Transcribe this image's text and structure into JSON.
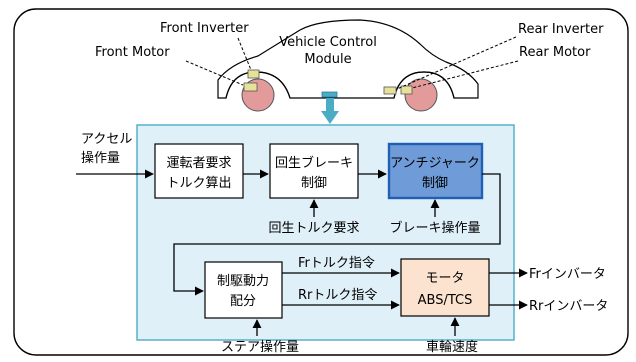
{
  "vehicle": {
    "front_inverter": "Front Inverter",
    "front_motor": "Front Motor",
    "vcm_line1": "Vehicle Control",
    "vcm_line2": "Module",
    "rear_inverter": "Rear Inverter",
    "rear_motor": "Rear Motor"
  },
  "inputs": {
    "accel_line1": "アクセル",
    "accel_line2": "操作量",
    "regen_torque_request": "回生トルク要求",
    "brake_operation": "ブレーキ操作量",
    "steer_operation": "ステア操作量",
    "wheel_speed": "車輪速度"
  },
  "blocks": {
    "driver_torque_line1": "運転者要求",
    "driver_torque_line2": "トルク算出",
    "regen_brake_line1": "回生ブレーキ",
    "regen_brake_line2": "制御",
    "anti_jerk_line1": "アンチジャーク",
    "anti_jerk_line2": "制御",
    "drive_dist_line1": "制駆動力",
    "drive_dist_line2": "配分",
    "motor_abs_line1": "モータ",
    "motor_abs_line2": "ABS/TCS"
  },
  "signals": {
    "fr_torque_cmd": "Frトルク指令",
    "rr_torque_cmd": "Rrトルク指令"
  },
  "outputs": {
    "fr_inverter": "Frインバータ",
    "rr_inverter": "Rrインバータ"
  },
  "colors": {
    "panel_fill": "#dff0f8",
    "panel_stroke": "#4bacc6",
    "anti_jerk_fill": "#6f9bd8",
    "anti_jerk_stroke": "#1f5fb5",
    "motor_fill": "#fbe3d0",
    "wheel_fill": "#e39a9a",
    "component_fill": "#e7e29a"
  }
}
